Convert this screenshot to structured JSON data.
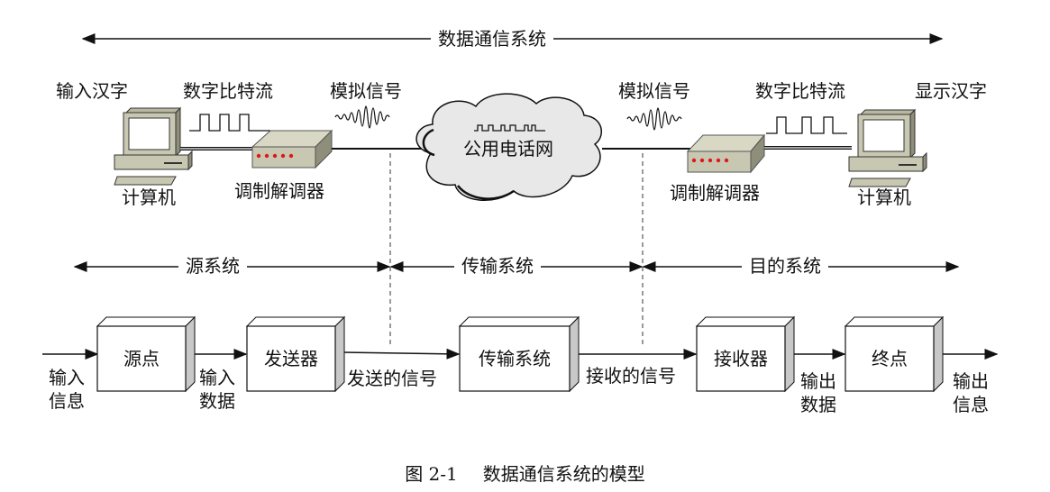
{
  "top_span": {
    "label": "数据通信系统"
  },
  "top_section": {
    "left": {
      "input_label": "输入汉字",
      "bitstream_label": "数字比特流",
      "analog_label": "模拟信号",
      "computer_label": "计算机",
      "modem_label": "调制解调器"
    },
    "network": {
      "label": "公用电话网"
    },
    "right": {
      "analog_label": "模拟信号",
      "bitstream_label": "数字比特流",
      "display_label": "显示汉字",
      "modem_label": "调制解调器",
      "computer_label": "计算机"
    }
  },
  "spans": [
    {
      "label": "源系统"
    },
    {
      "label": "传输系统"
    },
    {
      "label": "目的系统"
    }
  ],
  "blocks": [
    {
      "label": "源点"
    },
    {
      "label": "发送器"
    },
    {
      "label": "传输系统"
    },
    {
      "label": "接收器"
    },
    {
      "label": "终点"
    }
  ],
  "flow_labels": {
    "input_info": [
      "输入",
      "信息"
    ],
    "input_data": [
      "输入",
      "数据"
    ],
    "sent_signal": "发送的信号",
    "received_signal": "接收的信号",
    "output_data": [
      "输出",
      "数据"
    ],
    "output_info": [
      "输出",
      "信息"
    ]
  },
  "caption": {
    "number": "图 2-1",
    "title": "数据通信系统的模型"
  },
  "colors": {
    "device_body": "#c8c8b2",
    "device_dark": "#8e8e7a",
    "led": "#e01818",
    "cloud": "#e8e8e8",
    "box_side": "#c8c8c8"
  }
}
